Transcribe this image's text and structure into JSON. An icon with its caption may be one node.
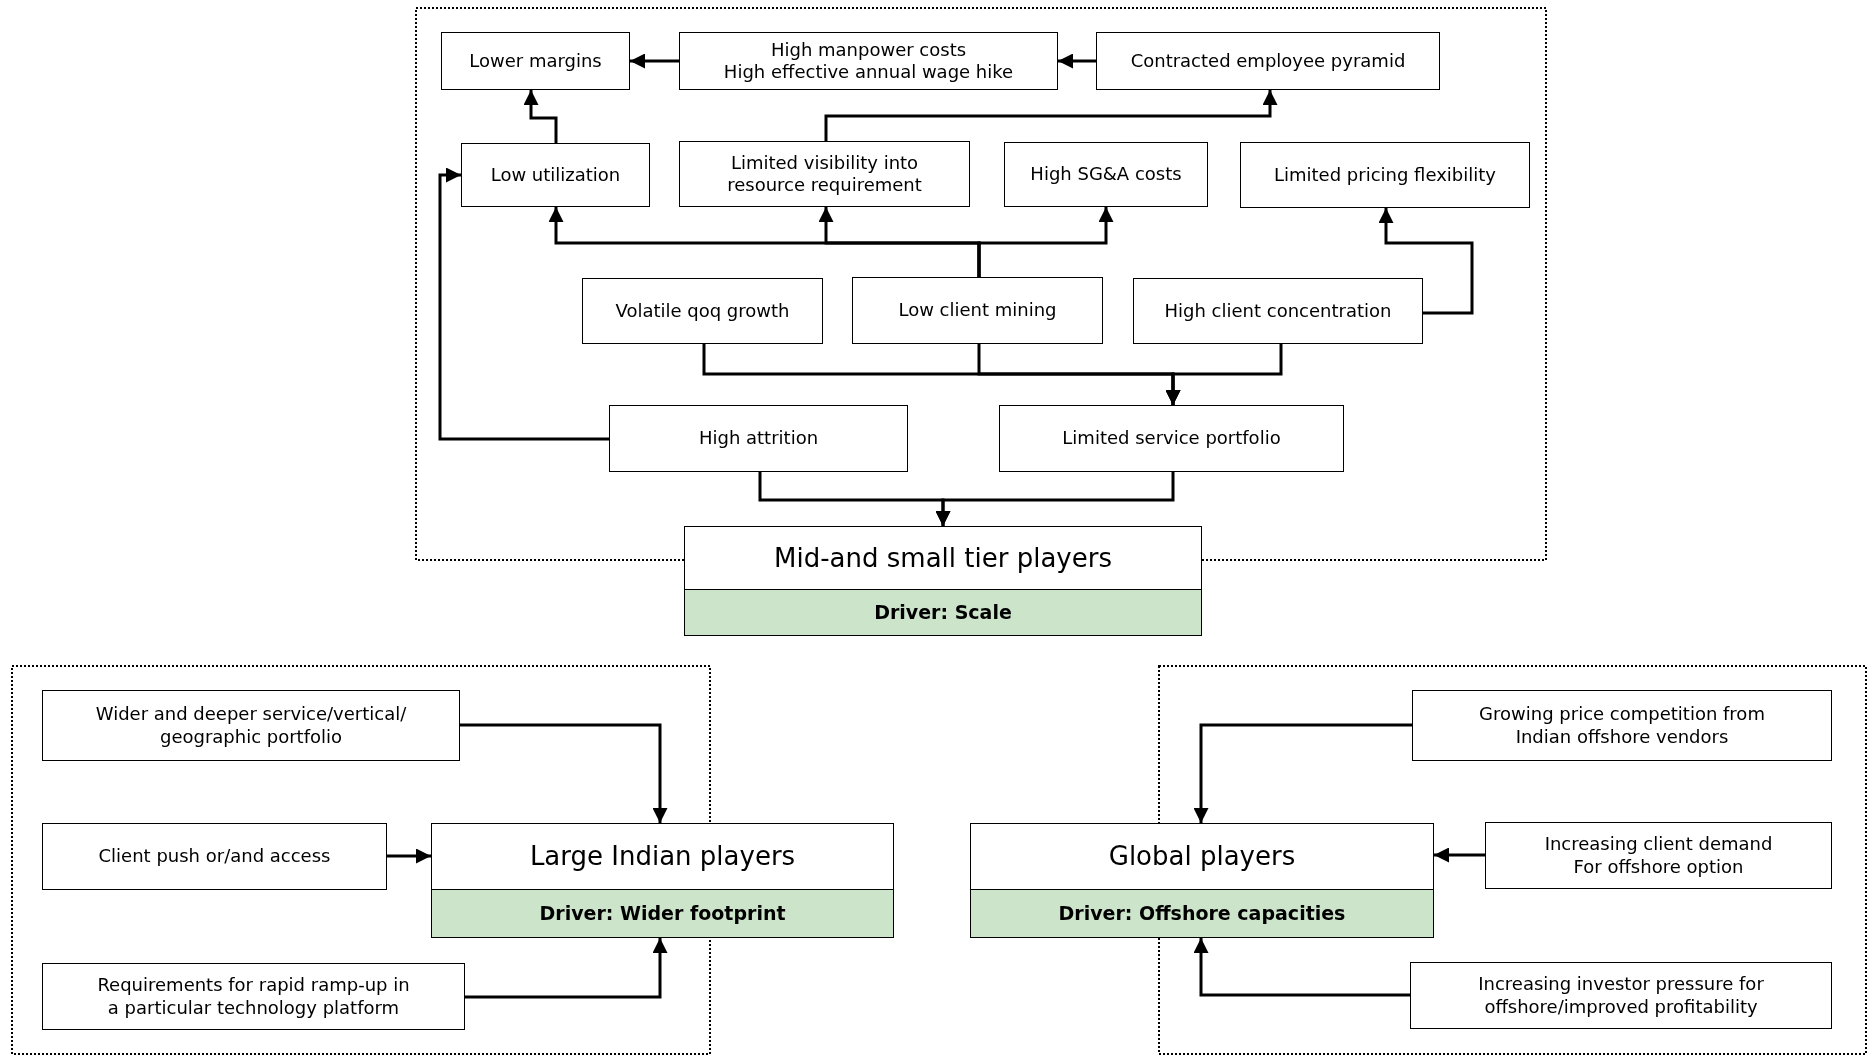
{
  "diagram": {
    "nodes": [
      {
        "text": [
          "Lower margins"
        ]
      },
      {
        "text": [
          "High manpower costs",
          "High effective annual wage hike"
        ]
      },
      {
        "text": [
          "Contracted employee pyramid"
        ]
      },
      {
        "text": [
          "Low utilization"
        ]
      },
      {
        "text": [
          "Limited visibility into resource requirement"
        ]
      },
      {
        "text": [
          "High SG&A costs"
        ]
      },
      {
        "text": [
          "Limited pricing flexibility"
        ]
      },
      {
        "text": [
          "Volatile qoq growth"
        ]
      },
      {
        "text": [
          "Low client mining"
        ]
      },
      {
        "text": [
          "High client concentration"
        ]
      },
      {
        "text": [
          "High attrition"
        ]
      },
      {
        "text": [
          "Limited service portfolio"
        ]
      },
      {
        "text": [
          "Mid-and small tier players",
          "Driver: Scale"
        ]
      },
      {
        "text": [
          "Wider and deeper service/vertical/ geographic portfolio"
        ]
      },
      {
        "text": [
          "Client push or/and access"
        ]
      },
      {
        "text": [
          "Requirements for rapid ramp-up in a particular technology platform"
        ]
      },
      {
        "text": [
          "Large Indian players",
          "Driver: Wider footprint"
        ]
      },
      {
        "text": [
          "Global players",
          "Driver: Offshore capacities"
        ]
      },
      {
        "text": [
          "Growing price competition from Indian offshore vendors"
        ]
      },
      {
        "text": [
          "Increasing client demand",
          "For offshore option"
        ]
      },
      {
        "text": [
          "Increasing investor pressure for offshore/improved profitability"
        ]
      }
    ],
    "edges": [
      {
        "from": 1,
        "to": 0,
        "arrow": "to"
      },
      {
        "from": 2,
        "to": 1,
        "arrow": "to"
      },
      {
        "from": 3,
        "to": 0,
        "arrow": "to"
      },
      {
        "from": 4,
        "to": 2,
        "arrow": "to"
      },
      {
        "from": 8,
        "to": 3,
        "arrow": "to"
      },
      {
        "from": 8,
        "to": 4,
        "arrow": "to"
      },
      {
        "from": 8,
        "to": 5,
        "arrow": "to"
      },
      {
        "from": 9,
        "to": 6,
        "arrow": "to"
      },
      {
        "from": 7,
        "to": 11,
        "arrow": "to"
      },
      {
        "from": 8,
        "to": 11,
        "arrow": "to"
      },
      {
        "from": 9,
        "to": 11,
        "arrow": "to"
      },
      {
        "from": 10,
        "to": 3,
        "arrow": "to"
      },
      {
        "from": 10,
        "to": 12,
        "arrow": "to"
      },
      {
        "from": 11,
        "to": 12,
        "arrow": "to"
      },
      {
        "from": 13,
        "to": 16,
        "arrow": "to"
      },
      {
        "from": 14,
        "to": 16,
        "arrow": "to"
      },
      {
        "from": 15,
        "to": 16,
        "arrow": "to"
      },
      {
        "from": 18,
        "to": 17,
        "arrow": "to"
      },
      {
        "from": 19,
        "to": 17,
        "arrow": "to"
      },
      {
        "from": 20,
        "to": 17,
        "arrow": "to"
      }
    ]
  }
}
